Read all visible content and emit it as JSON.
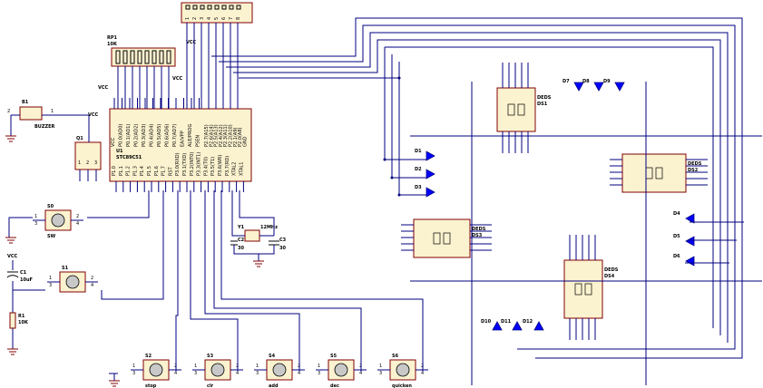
{
  "title": "",
  "mcu": {
    "ref": "U1",
    "part": "STC89C51",
    "left_pins": [
      "VCC",
      "P0.0(AD0)",
      "P0.1(AD1)",
      "P0.2(AD2)",
      "P0.3(AD3)",
      "P0.4(AD4)",
      "P0.5(AD5)",
      "P0.6(AD6)",
      "P0.7(AD7)",
      "EA/VPP",
      "ALE/PROG",
      "PSEN"
    ],
    "right_pins": [
      "P2.7(A15)",
      "P2.6(A14)",
      "P2.5(A13)",
      "P2.4(A12)",
      "P2.3(A11)",
      "P2.2(A10)",
      "P2.1(A9)",
      "P2.0(A8)",
      "GND"
    ],
    "bottom_pins": [
      "P1.0",
      "P1.1",
      "P1.2",
      "P1.3",
      "P1.4",
      "P1.5",
      "P1.6",
      "P1.7",
      "RST",
      "P3.0(RXD)",
      "P3.1(TXD)",
      "P3.2(INT0)",
      "P3.3(INT1)",
      "P3.4(T0)",
      "P3.5(T1)",
      "P3.6(WR)",
      "P3.7(RD)",
      "XTAL2",
      "XTAL1"
    ]
  },
  "resistor_network": {
    "ref": "RP1",
    "label": "10K"
  },
  "buzzer": {
    "ref": "B1",
    "label": "BUZZER",
    "pins": [
      "2",
      "1"
    ]
  },
  "transistor": {
    "ref": "Q1",
    "pins": [
      "1",
      "2",
      "3"
    ]
  },
  "crystal": {
    "ref": "Y1",
    "label": "12MHz"
  },
  "caps": [
    {
      "ref": "C2",
      "value": "30"
    },
    {
      "ref": "C3",
      "value": "30"
    },
    {
      "ref": "C1",
      "value": "10uF"
    }
  ],
  "reset_resistor": {
    "ref": "R1",
    "value": "10K"
  },
  "vcc_label": "VCC",
  "switches": [
    {
      "ref": "S0",
      "label": "SW"
    },
    {
      "ref": "S1",
      "label": ""
    },
    {
      "ref": "S2",
      "label": "stop"
    },
    {
      "ref": "S3",
      "label": "clr"
    },
    {
      "ref": "S4",
      "label": "add"
    },
    {
      "ref": "S5",
      "label": "dec"
    },
    {
      "ref": "S6",
      "label": "quicken"
    }
  ],
  "displays": [
    {
      "ref": "DS1",
      "label": "DEDS"
    },
    {
      "ref": "DS2",
      "label": "DEDS"
    },
    {
      "ref": "DS3",
      "label": "DEDS"
    },
    {
      "ref": "DS4",
      "label": "DEDS"
    }
  ],
  "leds": [
    "D1",
    "D2",
    "D3",
    "D4",
    "D5",
    "D6",
    "D7",
    "D8",
    "D9",
    "D10",
    "D11",
    "D12"
  ],
  "header_pins": [
    "1",
    "2",
    "3",
    "4",
    "5",
    "6",
    "7",
    "8"
  ],
  "colors": {
    "wire": "#000080",
    "body": "#fbf2cf",
    "outline": "#800000",
    "led": "#0000ff"
  }
}
